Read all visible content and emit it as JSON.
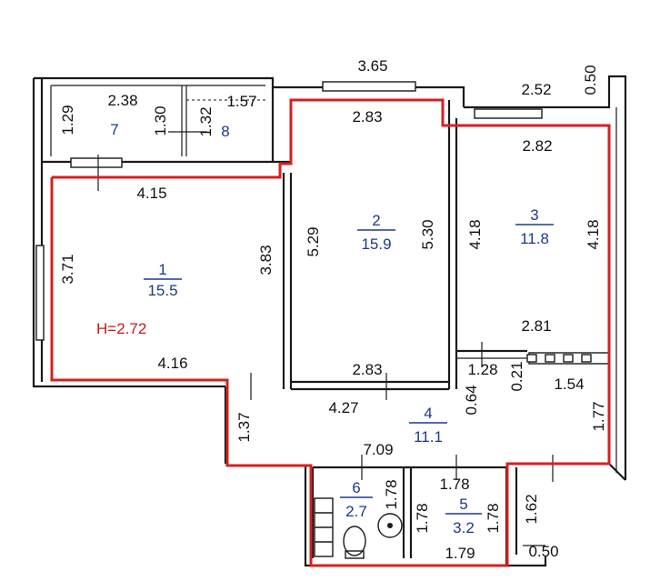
{
  "height_label": "H=2.72",
  "rooms": [
    {
      "num": "1",
      "area": "15.5"
    },
    {
      "num": "2",
      "area": "15.9"
    },
    {
      "num": "3",
      "area": "11.8"
    },
    {
      "num": "4",
      "area": "11.1"
    },
    {
      "num": "5",
      "area": "3.2"
    },
    {
      "num": "6",
      "area": "2.7"
    },
    {
      "num": "7",
      "area": ""
    },
    {
      "num": "8",
      "area": ""
    }
  ],
  "dimensions": {
    "top_total": "3.65",
    "top_right_wall": "0.50",
    "top_right_width": "2.52",
    "balcony_left_width": "2.38",
    "balcony_right_width": "1.57",
    "balcony_left_height": "1.29",
    "balcony_mid_height": "1.30",
    "balcony_right_height": "1.32",
    "room2_top": "2.83",
    "room3_top": "2.82",
    "room1_top": "4.15",
    "room1_left": "3.71",
    "room1_right": "3.83",
    "room2_left": "5.29",
    "room2_right": "5.30",
    "room3_left": "4.18",
    "room3_right": "4.18",
    "room3_bottom": "2.81",
    "room1_bottom": "4.16",
    "room2_bottom": "2.83",
    "hall_top": "4.27",
    "hall_left": "1.37",
    "hall_width_a": "1.28",
    "hall_width_b": "0.21",
    "hall_width_c": "1.54",
    "hall_height_a": "0.64",
    "hall_right": "1.77",
    "hall_bottom": "7.09",
    "bath6_height": "1.78",
    "bath5_top": "1.78",
    "bath5_left": "1.78",
    "bath5_right": "1.78",
    "bath5_bottom": "1.79",
    "right_lower": "1.62",
    "bottom_right_wall": "0.50"
  }
}
